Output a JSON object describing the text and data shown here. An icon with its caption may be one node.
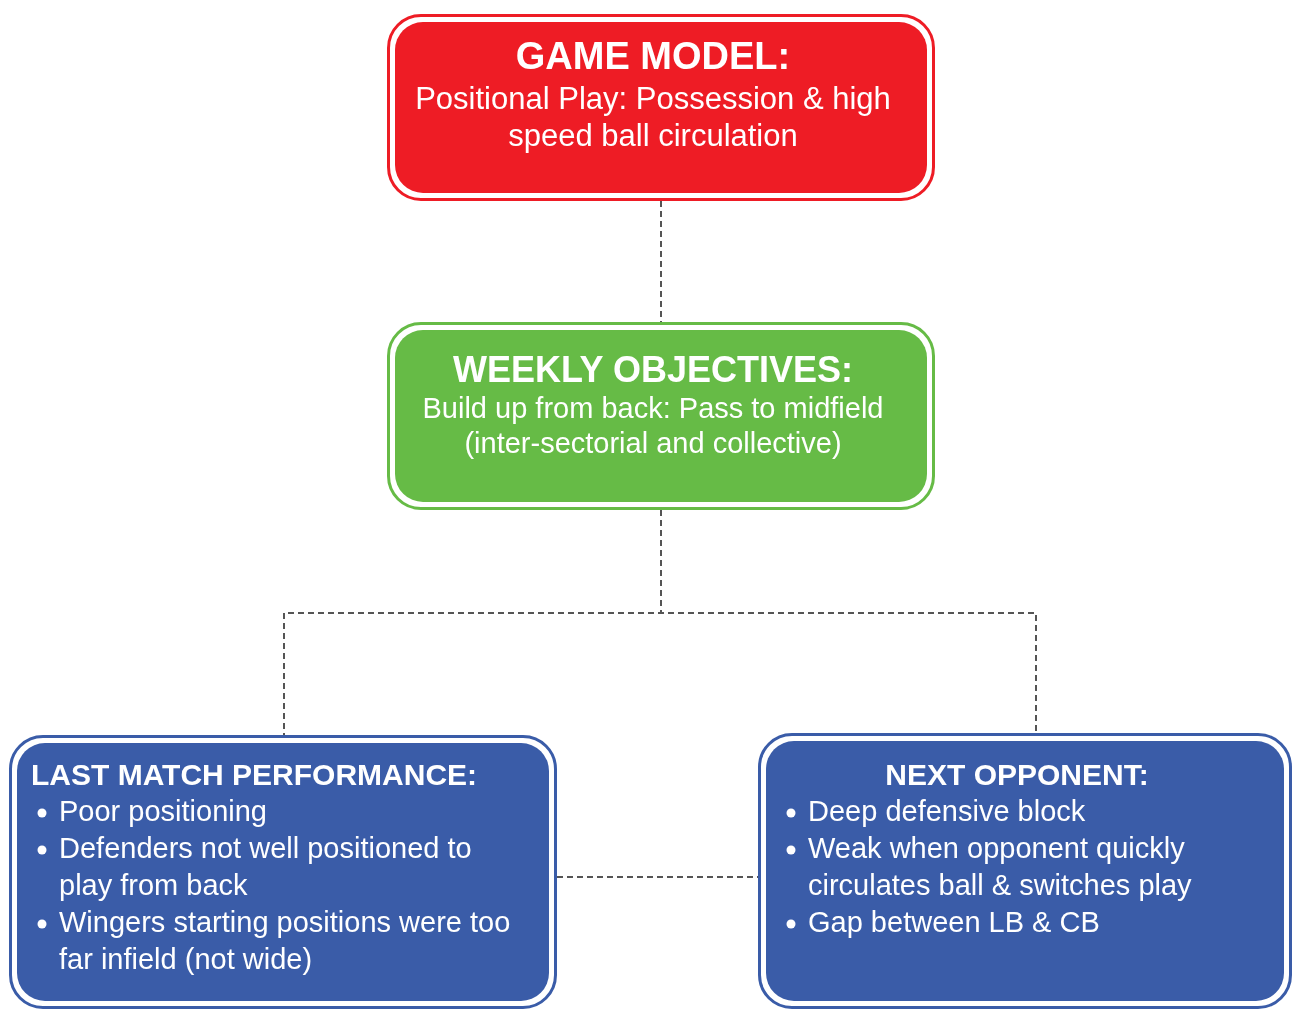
{
  "diagram": {
    "nodes": [
      {
        "text": [
          "GAME MODEL:",
          "Positional Play: Possession & high speed ball circulation"
        ]
      },
      {
        "text": [
          "WEEKLY OBJECTIVES:",
          "Build up from back: Pass to midfield (inter-sectorial and collective)"
        ]
      },
      {
        "text": [
          "LAST MATCH PERFORMANCE:",
          "Poor positioning",
          "Defenders not well positioned to play from back",
          "Wingers starting positions were too far infield (not wide)"
        ]
      },
      {
        "text": [
          "NEXT OPPONENT:",
          "Deep defensive block",
          "Weak when opponent quickly circulates ball & switches play",
          "Gap between LB & CB"
        ]
      }
    ],
    "edges": [
      {
        "from": 0,
        "to": 1,
        "arrow": "none",
        "style": "dashed"
      },
      {
        "from": 1,
        "to": 2,
        "arrow": "none",
        "style": "dashed"
      },
      {
        "from": 1,
        "to": 3,
        "arrow": "none",
        "style": "dashed"
      },
      {
        "from": 2,
        "to": 3,
        "arrow": "none",
        "style": "dashed"
      }
    ]
  }
}
